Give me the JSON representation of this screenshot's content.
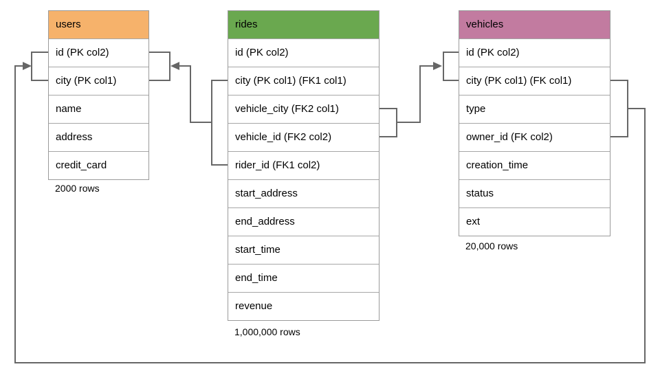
{
  "tables": {
    "users": {
      "title": "users",
      "header_color": "#f6b26b",
      "columns": [
        "id (PK col2)",
        "city (PK col1)",
        "name",
        "address",
        "credit_card"
      ],
      "row_count_label": "2000 rows"
    },
    "rides": {
      "title": "rides",
      "header_color": "#6aa84f",
      "columns": [
        "id (PK col2)",
        "city (PK col1) (FK1 col1)",
        "vehicle_city (FK2 col1)",
        "vehicle_id (FK2 col2)",
        "rider_id (FK1 col2)",
        "start_address",
        "end_address",
        "start_time",
        "end_time",
        "revenue"
      ],
      "row_count_label": "1,000,000 rows"
    },
    "vehicles": {
      "title": "vehicles",
      "header_color": "#c27ba0",
      "columns": [
        "id (PK col2)",
        "city (PK col1) (FK col1)",
        "type",
        "owner_id (FK col2)",
        "creation_time",
        "status",
        "ext"
      ],
      "row_count_label": "20,000 rows"
    }
  },
  "relationships": [
    {
      "name": "rides-fk1-users",
      "from": "rides (city, rider_id)",
      "to": "users (city, id)"
    },
    {
      "name": "rides-fk2-vehicles",
      "from": "rides (vehicle_city, vehicle_id)",
      "to": "vehicles (city, id)"
    },
    {
      "name": "vehicles-fk-users",
      "from": "vehicles (city, owner_id)",
      "to": "users (city, id)"
    }
  ],
  "colors": {
    "connector": "#666666",
    "table_border": "#9a9a9a",
    "row_divider": "#a6a6a6",
    "background": "#ffffff",
    "text": "#000000"
  }
}
